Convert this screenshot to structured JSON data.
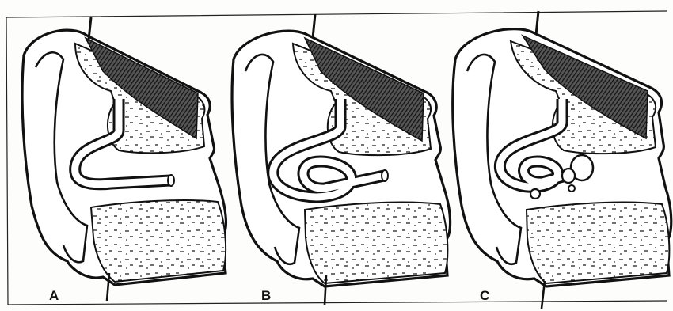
{
  "figure": {
    "panels": [
      {
        "label": "A"
      },
      {
        "label": "B"
      },
      {
        "label": "C"
      }
    ],
    "colors": {
      "ink": "#111111",
      "paper": "#fdfdfb"
    }
  }
}
